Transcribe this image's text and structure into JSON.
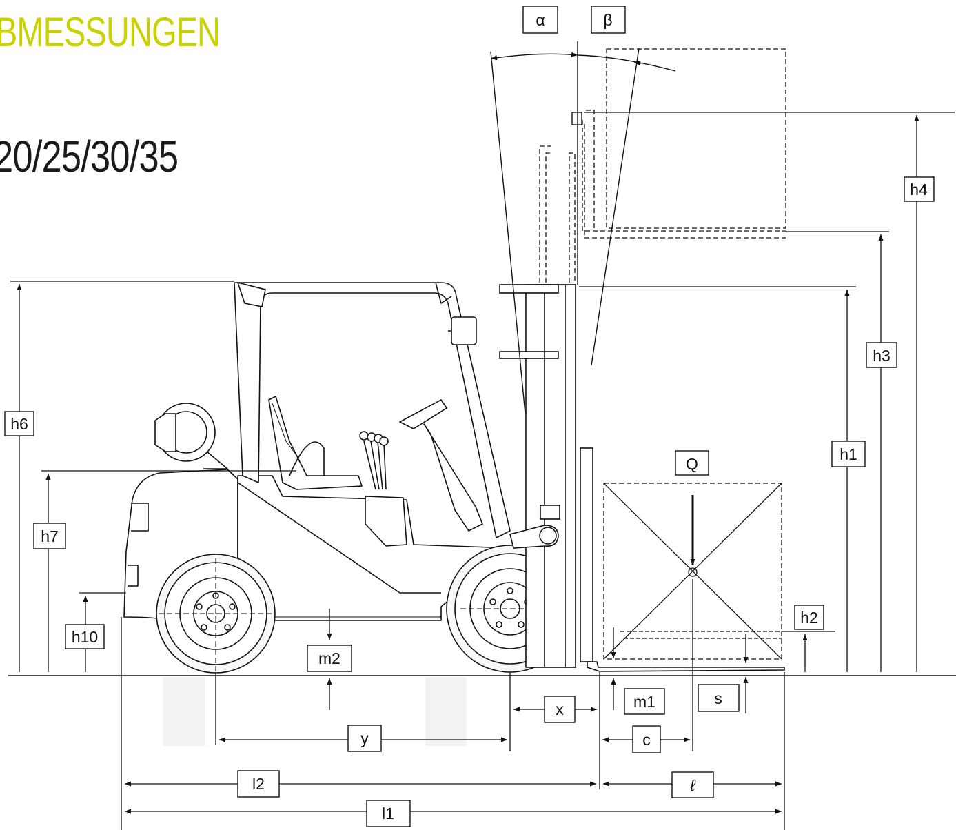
{
  "header": {
    "title": "BMESSUNGEN",
    "subtitle": "20/25/30/35"
  },
  "dimensions": {
    "alpha": "α",
    "beta": "β",
    "h1": "h1",
    "h2": "h2",
    "h3": "h3",
    "h4": "h4",
    "h6": "h6",
    "h7": "h7",
    "h10": "h10",
    "m1": "m1",
    "m2": "m2",
    "s": "s",
    "x": "x",
    "y": "y",
    "c": "c",
    "l": "ℓ",
    "l1": "l1",
    "l2": "l2",
    "Q": "Q"
  }
}
